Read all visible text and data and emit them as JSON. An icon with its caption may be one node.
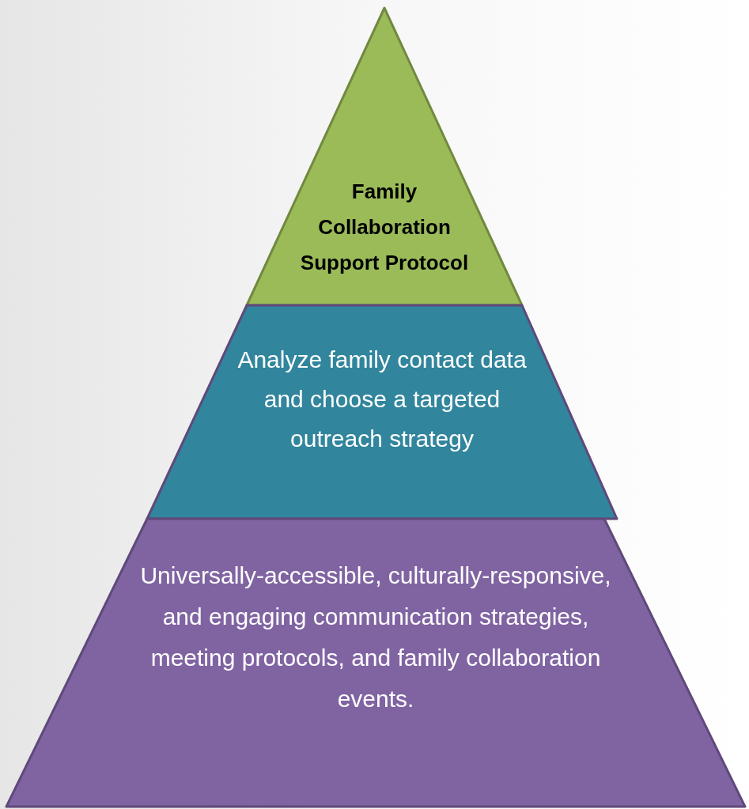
{
  "diagram": {
    "nodes": [
      {
        "text": [
          "Family Collaboration Support Protocol"
        ]
      },
      {
        "text": [
          "Analyze family contact data and choose a targeted outreach strategy"
        ]
      },
      {
        "text": [
          "Universally-accessible, culturally-responsive, and engaging communication strategies, meeting protocols, and family collaboration events."
        ]
      }
    ]
  }
}
